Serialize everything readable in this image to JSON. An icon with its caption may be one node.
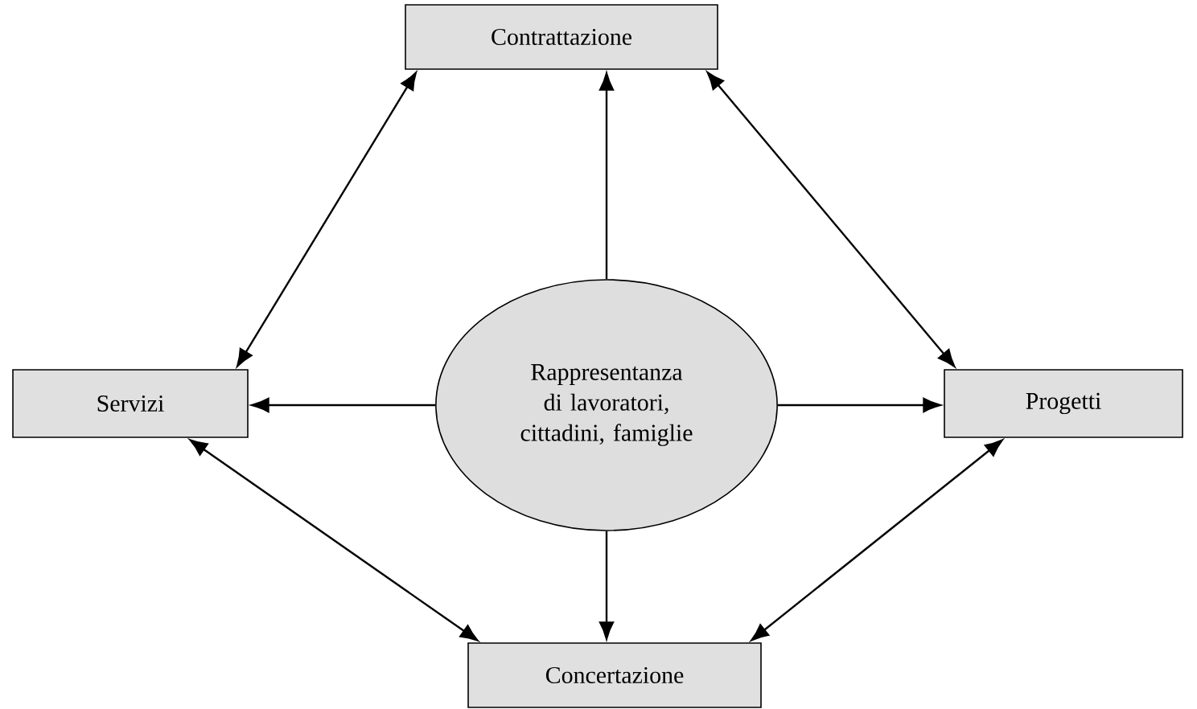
{
  "diagram": {
    "nodes": [
      {
        "text": [
          "Contrattazione"
        ]
      },
      {
        "text": [
          "Servizi"
        ]
      },
      {
        "text": [
          "Rappresentanza di lavoratori, cittadini, famiglie"
        ]
      },
      {
        "text": [
          "Progetti"
        ]
      },
      {
        "text": [
          "Concertazione"
        ]
      }
    ],
    "edges": [
      {
        "from": 2,
        "to": 0,
        "arrow": "to"
      },
      {
        "from": 2,
        "to": 1,
        "arrow": "to"
      },
      {
        "from": 2,
        "to": 3,
        "arrow": "to"
      },
      {
        "from": 2,
        "to": 4,
        "arrow": "to"
      },
      {
        "from": 0,
        "to": 1,
        "arrow": "both"
      },
      {
        "from": 0,
        "to": 3,
        "arrow": "both"
      },
      {
        "from": 1,
        "to": 4,
        "arrow": "both"
      },
      {
        "from": 3,
        "to": 4,
        "arrow": "both"
      }
    ]
  }
}
